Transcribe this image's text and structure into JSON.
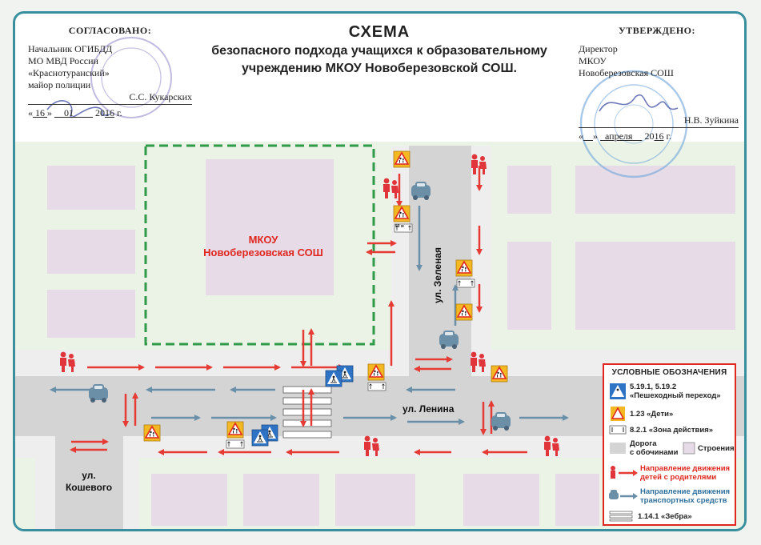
{
  "approved_left": {
    "caption": "СОГЛАСОВАНО:",
    "lines": [
      "Начальник ОГИБДД",
      "МО МВД России",
      "«Краснотуранский»",
      "майор полиции"
    ],
    "signer": "С.С. Кукарских",
    "date_day": "16",
    "date_month": "01",
    "date_year_prefix": "20",
    "date_year_suffix": "16",
    "date_suffix": "г."
  },
  "approved_right": {
    "caption": "УТВЕРЖДЕНО:",
    "lines": [
      "Директор",
      "МКОУ",
      "Новоберезовская СОШ"
    ],
    "signer": "Н.В. Зуйкина",
    "date_month": "апреля",
    "date_year_prefix": "20",
    "date_year_suffix": "16",
    "date_suffix": "г."
  },
  "title": {
    "line1": "СХЕМА",
    "line2": "безопасного подхода учащихся к образовательному",
    "line3": "учреждению МКОУ Новоберезовской СОШ."
  },
  "school_label": {
    "line1": "МКОУ",
    "line2": "Новоберезовская СОШ"
  },
  "streets": {
    "zelenaya": "ул. Зеленая",
    "lenina": "ул. Ленина",
    "koshevogo_1": "ул.",
    "koshevogo_2": "Кошевого"
  },
  "sign_texts": {
    "zone": "50 м"
  },
  "legend": {
    "title": "УСЛОВНЫЕ ОБОЗНАЧЕНИЯ",
    "crossing_1": "5.19.1, 5.19.2",
    "crossing_2": "«Пешеходный переход»",
    "children": "1.23 «Дети»",
    "zone": "8.2.1 «Зона действия»",
    "road_1": "Дорога",
    "road_2": "с обочинами",
    "buildings": "Строения",
    "children_dir_1": "Направление движения",
    "children_dir_2": "детей с родителями",
    "vehicle_dir_1": "Направление движения",
    "vehicle_dir_2": "транспортных средств",
    "zebra": "1.14.1 «Зебра»"
  },
  "colors": {
    "frame": "#3a8f9f",
    "road": "#d4d4d4",
    "shoulder": "#eeeeee",
    "building": "#e6dbe6",
    "green_area": "#eaf3e6",
    "school_border": "#2f9a47",
    "child_arrow": "#e63a35",
    "vehicle_arrow": "#6a8fa8",
    "pedestrians": "#e0363b",
    "car": "#6b8fa6",
    "legend_border": "#e0261f"
  }
}
